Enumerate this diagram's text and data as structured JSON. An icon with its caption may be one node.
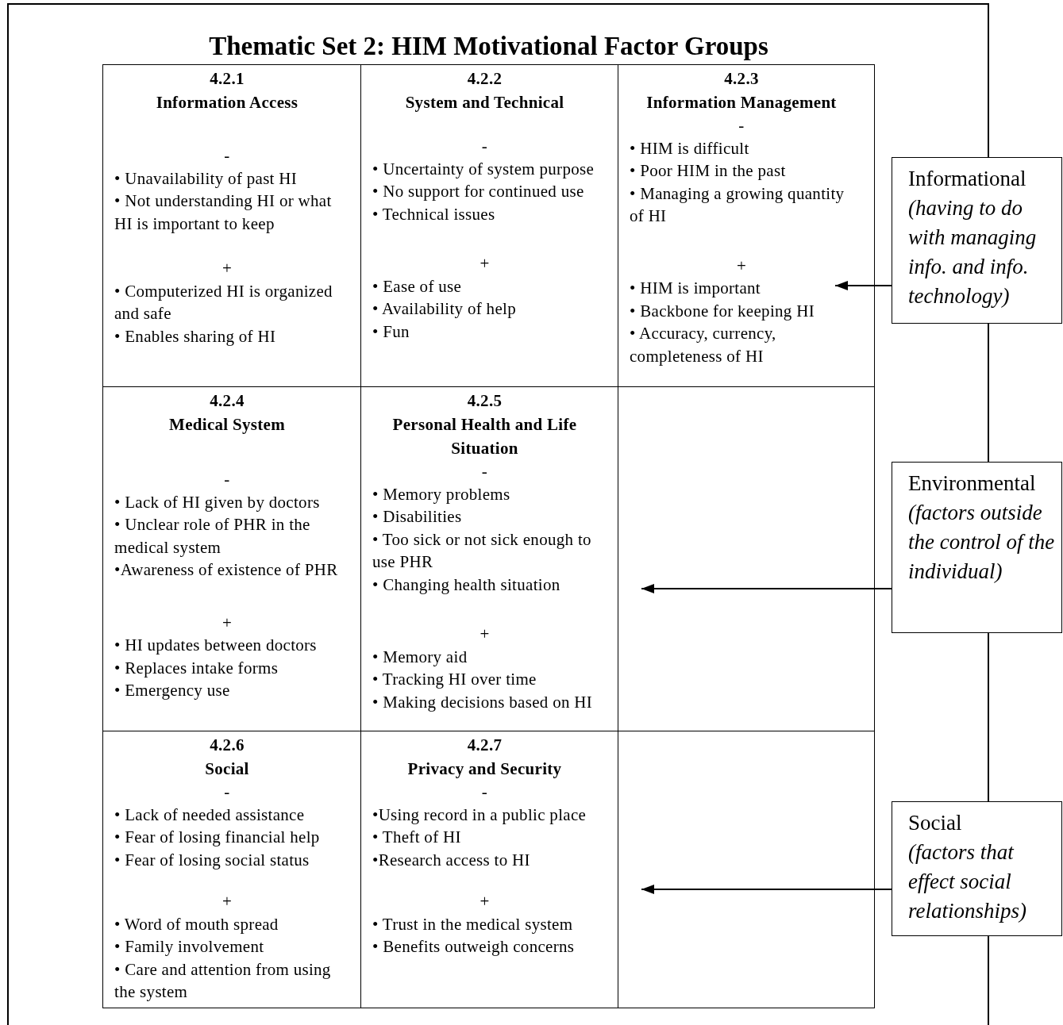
{
  "diagram": {
    "title": "Thematic Set 2: HIM Motivational Factor Groups",
    "nodes": [
      {
        "text": [
          "4.2.1",
          "Information Access",
          "-",
          "• Unavailability of past HI",
          "• Not understanding HI or what HI is important to keep",
          "+",
          "• Computerized HI is organized and safe",
          "• Enables sharing of HI"
        ]
      },
      {
        "text": [
          "4.2.2",
          "System and Technical",
          "-",
          "• Uncertainty of system purpose",
          "• No support for continued use",
          "• Technical issues",
          "+",
          "• Ease of use",
          "• Availability of help",
          "• Fun"
        ]
      },
      {
        "text": [
          "4.2.3",
          "Information Management",
          "-",
          "• HIM is difficult",
          "• Poor HIM in the past",
          "• Managing a growing quantity of HI",
          "+",
          "• HIM is important",
          "• Backbone for keeping HI",
          "• Accuracy, currency, completeness of HI"
        ]
      },
      {
        "text": [
          "4.2.4",
          "Medical System",
          "-",
          "• Lack of HI given by doctors",
          "• Unclear role of PHR in the medical system",
          "•Awareness of existence of PHR",
          "+",
          "• HI updates between doctors",
          "• Replaces intake forms",
          "• Emergency use"
        ]
      },
      {
        "text": [
          "4.2.5",
          "Personal Health and Life Situation",
          "-",
          "• Memory problems",
          "• Disabilities",
          "• Too sick or not sick enough to use PHR",
          "• Changing health situation",
          "+",
          "• Memory aid",
          "• Tracking HI over time",
          "• Making decisions based on HI"
        ]
      },
      {
        "text": [],
        "shape": "box"
      },
      {
        "text": [
          "4.2.6",
          "Social",
          "-",
          "• Lack of needed assistance",
          "• Fear of losing financial help",
          "• Fear of losing social status",
          "+",
          "• Word of mouth spread",
          "• Family involvement",
          "• Care and attention from using the system"
        ]
      },
      {
        "text": [
          "4.2.7",
          "Privacy and Security",
          "-",
          "•Using record in a public place",
          "• Theft of HI",
          "•Research access to HI",
          "+",
          "• Trust in the medical system",
          "• Benefits outweigh concerns"
        ]
      },
      {
        "text": [],
        "shape": "box"
      },
      {
        "text": [
          "Informational",
          "(having to do with managing info. and info. technology)"
        ]
      },
      {
        "text": [
          "Environmental",
          "(factors outside the control of the individual)"
        ]
      },
      {
        "text": [
          "Social",
          "(factors that effect social relationships)"
        ]
      }
    ],
    "edges": [
      {
        "from": 9,
        "to": 2,
        "arrow": "to"
      },
      {
        "from": 10,
        "to": 5,
        "arrow": "to"
      },
      {
        "from": 11,
        "to": 8,
        "arrow": "to"
      },
      {
        "from": 9,
        "to": 10,
        "arrow": "none"
      },
      {
        "from": 10,
        "to": 11,
        "arrow": "none"
      }
    ]
  }
}
